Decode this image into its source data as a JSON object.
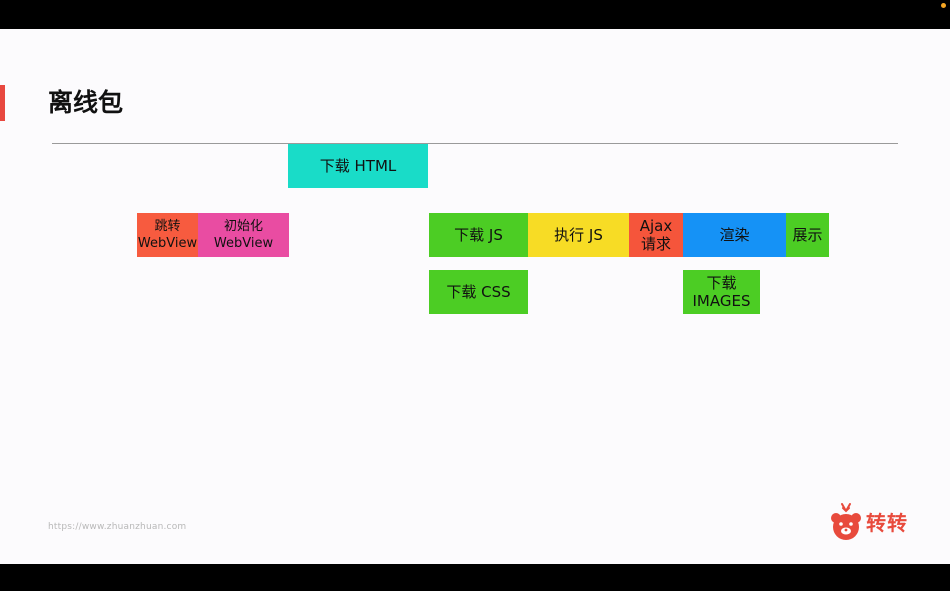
{
  "slide": {
    "title": "离线包",
    "footer_url": "https://www.zhuanzhuan.com",
    "brand_name": "转转",
    "brand_icon": "bear-logo-icon"
  },
  "colors": {
    "accent": "#e8483f",
    "download_html": "#19dcc8",
    "jump": "#f75b3f",
    "init": "#e94ca2",
    "download": "#4ccd24",
    "execute": "#f7dc25",
    "ajax": "#f5553b",
    "render": "#1592f6",
    "show": "#4ccd24"
  },
  "timeline": {
    "download_html": "下载 HTML",
    "jump_webview": "跳转\nWebView",
    "init_webview": "初始化\nWebView",
    "download_js": "下载 JS",
    "execute_js": "执行 JS",
    "ajax_request": "Ajax\n请求",
    "render": "渲染",
    "show": "展示",
    "download_css": "下载 CSS",
    "download_images": "下载\nIMAGES"
  }
}
